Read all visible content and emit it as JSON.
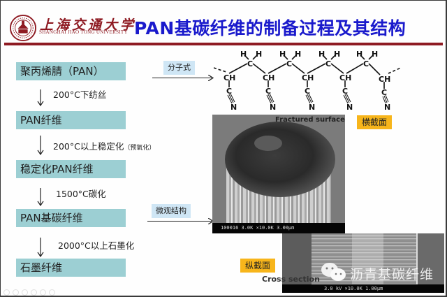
{
  "header": {
    "university_cn": "上海交通大学",
    "university_en": "SHANGHAI JIAO TONG UNIVERSITY",
    "title": "PAN基碳纤维的制备过程及其结构",
    "colors": {
      "title": "#1a1acc",
      "brand": "#8e1a22"
    }
  },
  "process": {
    "steps": [
      {
        "label": "聚丙烯腈（PAN）"
      },
      {
        "label": "PAN纤维"
      },
      {
        "label": "稳定化PAN纤维"
      },
      {
        "label": "PAN基碳纤维"
      },
      {
        "label": "石墨纤维"
      }
    ],
    "conditions": [
      {
        "text": "200°C下纺丝",
        "note": ""
      },
      {
        "text": "200°C以上稳定化",
        "note": "（预氧化）"
      },
      {
        "text": "1500°C碳化",
        "note": ""
      },
      {
        "text": "2000°C以上石墨化",
        "note": ""
      }
    ],
    "step_color": "#9ccfd3"
  },
  "links": {
    "molecular": "分子式",
    "micro": "微观结构"
  },
  "molecule": {
    "atom_c": "C",
    "atom_h": "H",
    "atom_n": "N",
    "atom_ch": "CH",
    "repeat_units": 5
  },
  "micrographs": {
    "top": {
      "caption": "Fractured surface",
      "tag": "横截面",
      "scale_bar": "100016  3.0K  ×10.0K  3.00μm"
    },
    "bottom": {
      "caption": "Cross section",
      "tag": "纵截面",
      "scale_bar": "3.0  kV  ×10.0K  1.00μm"
    },
    "tag_color": "#f7b51b"
  },
  "watermark": "沥青基碳纤维"
}
